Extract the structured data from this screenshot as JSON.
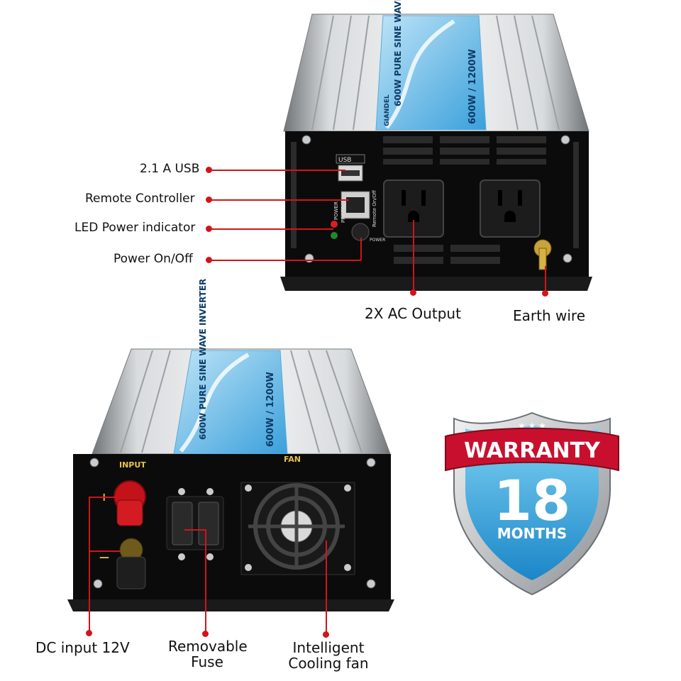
{
  "top_callouts": {
    "usb": "2.1 A USB",
    "remote": "Remote Controller",
    "led": "LED Power indicator",
    "power": "Power On/Off",
    "ac_output": "2X AC Output",
    "earth": "Earth wire"
  },
  "bottom_callouts": {
    "dc_input": "DC  input 12V",
    "fuse_line1": "Removable",
    "fuse_line2": "Fuse",
    "fan_line1": "Intelligent",
    "fan_line2": "Cooling fan"
  },
  "panel_text": {
    "usb": "USB",
    "power_led": "POWER",
    "protect_led": "PROTECT",
    "remote_port": "Remote On/Off",
    "power_btn": "POWER",
    "input": "INPUT",
    "fan": "FAN",
    "plus": "+",
    "minus": "—"
  },
  "product_label": {
    "brand": "GIANDEL",
    "title": "600W PURE SINE WAVE INVERTER",
    "rating": "600W / 1200W"
  },
  "warranty": {
    "banner": "WARRANTY",
    "number": "18",
    "unit": "MONTHS"
  },
  "colors": {
    "callout_red": "#d1141b",
    "banner_red": "#c8102e",
    "shield_blue": "#2aa6e0"
  }
}
